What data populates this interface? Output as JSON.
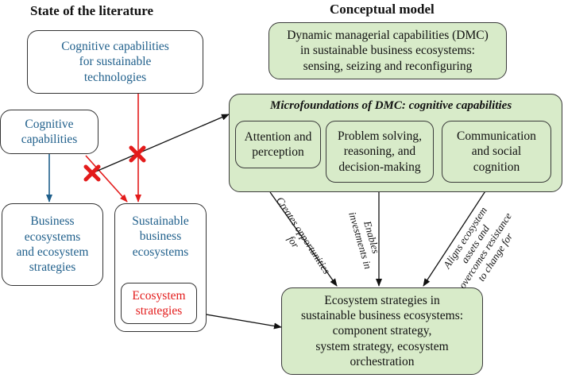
{
  "headings": {
    "literature": "State of the literature",
    "model": "Conceptual model"
  },
  "nodes": {
    "cog_sustainable": "Cognitive capabilities\nfor sustainable\ntechnologies",
    "cog_capabilities": "Cognitive\ncapabilities",
    "business_ecosystems": "Business\necosystems\nand ecosystem\nstrategies",
    "sustainable_business": "Sustainable\nbusiness\necosystems",
    "ecosystem_strategies": "Ecosystem\nstrategies",
    "dmc": "Dynamic managerial capabilities (DMC)\nin sustainable business ecosystems:\nsensing, seizing and reconfiguring",
    "microfoundations_title": "Microfoundations of DMC: cognitive capabilities",
    "attention": "Attention and\nperception",
    "problem_solving": "Problem solving,\nreasoning, and\ndecision-making",
    "communication": "Communication\nand social\ncognition",
    "outcome": "Ecosystem strategies in\nsustainable business ecosystems:\ncomponent strategy,\nsystem strategy, ecosystem\norchestration"
  },
  "edge_labels": {
    "creates": "Creates opportunities\nfor",
    "enables": "Enables\ninvestments in",
    "aligns": "Aligns ecosystem\nassets and\novercomes resistance\nto change for"
  },
  "colors": {
    "blue_text": "#1f5f8b",
    "red_text": "#e31b1b",
    "green_fill": "#d8ebc9",
    "blue_arrow": "#1f5f8b",
    "red_arrow": "#e31b1b"
  }
}
